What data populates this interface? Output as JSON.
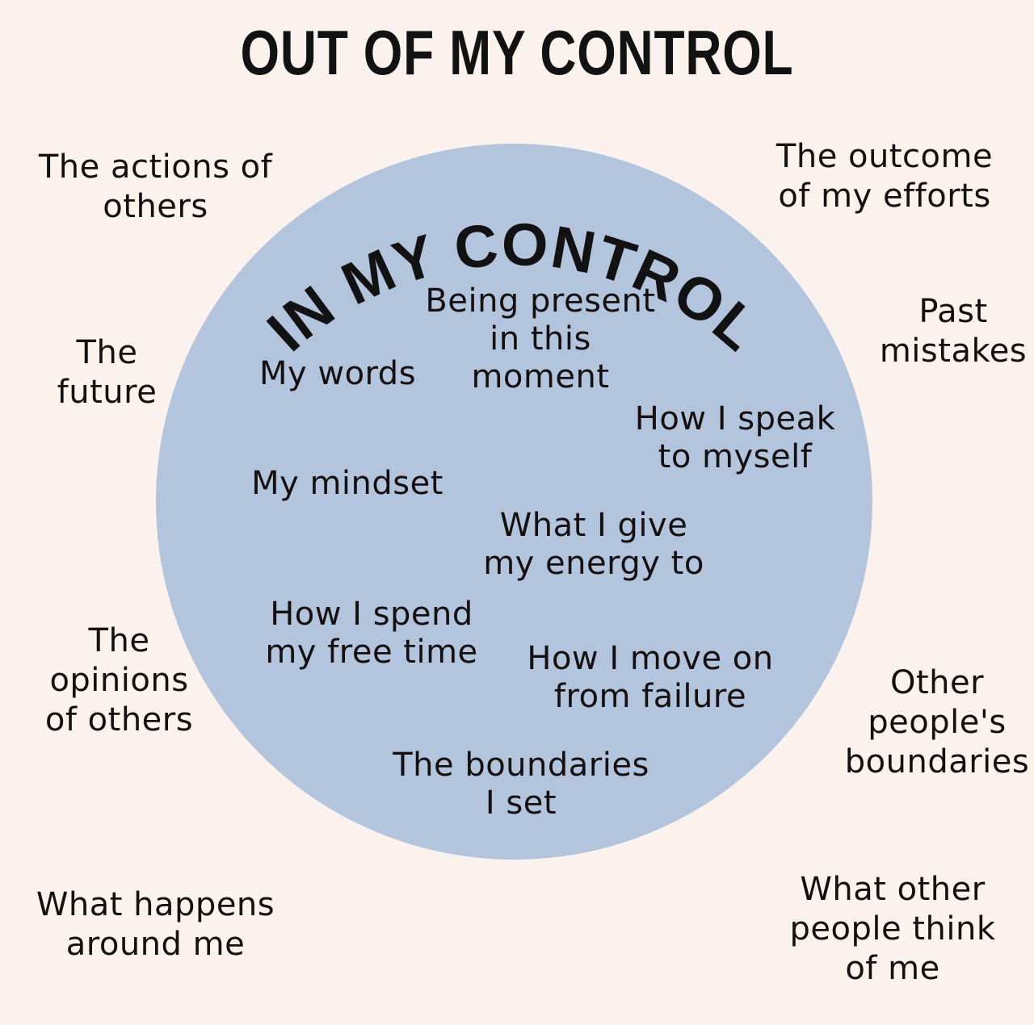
{
  "colors": {
    "background": "#fbf2ee",
    "circle": "#b2c5dc",
    "text": "#15100f",
    "title": "#131212"
  },
  "header": {
    "title": "OUT OF MY CONTROL"
  },
  "circle": {
    "arc_label": "IN MY CONTROL",
    "items": [
      "Being present\nin this\nmoment",
      "My words",
      "How I speak\nto myself",
      "My mindset",
      "What I give\nmy energy to",
      "How I spend\nmy free time",
      "How I move on\nfrom failure",
      "The boundaries\nI set"
    ]
  },
  "outside": {
    "items": [
      "The actions of\nothers",
      "The outcome\nof my efforts",
      "The\nfuture",
      "Past\nmistakes",
      "The\nopinions\nof others",
      "Other\npeople's\nboundaries",
      "What happens\naround me",
      "What other\npeople think\nof me"
    ]
  },
  "chart_data": {
    "type": "diagram",
    "subtype": "venn-single-circle",
    "title": "OUT OF MY CONTROL",
    "inner_label": "IN MY CONTROL",
    "inner_items": [
      "Being present in this moment",
      "My words",
      "How I speak to myself",
      "My mindset",
      "What I give my energy to",
      "How I spend my free time",
      "How I move on from failure",
      "The boundaries I set"
    ],
    "outer_items": [
      "The actions of others",
      "The outcome of my efforts",
      "The future",
      "Past mistakes",
      "The opinions of others",
      "Other people's boundaries",
      "What happens around me",
      "What other people think of me"
    ],
    "inner_count": 8,
    "outer_count": 8
  }
}
